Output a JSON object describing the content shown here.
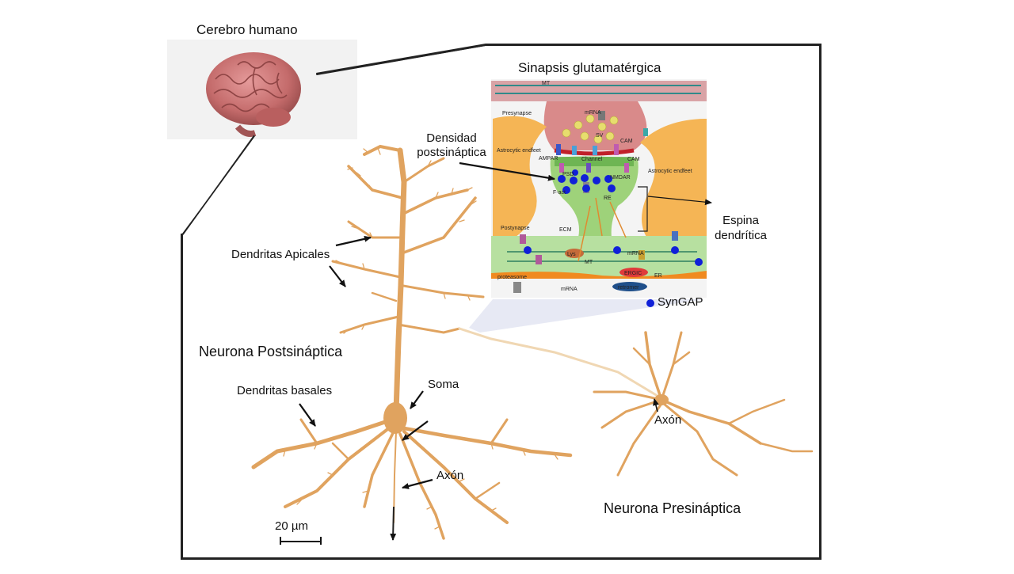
{
  "labels": {
    "brain": "Cerebro humano",
    "synapse_title": "Sinapsis glutamatérgica",
    "psd_line1": "Densidad",
    "psd_line2": "postsináptica",
    "spine_line1": "Espina",
    "spine_line2": "dendrítica",
    "apical": "Dendritas Apicales",
    "post_neuron": "Neurona Postsináptica",
    "basal": "Dendritas basales",
    "soma": "Soma",
    "axon_post": "Axón",
    "axon_pre": "Axón",
    "pre_neuron": "Neurona Presináptica",
    "syngap": "SynGAP",
    "scale": "20 µm"
  },
  "inset_labels": {
    "mt_top": "MT",
    "presynapse": "Presynapse",
    "mrna_top": "mRNA",
    "sv": "SV",
    "cam_top": "CAM",
    "astro_left": "Astrocytic endfeet",
    "ampar": "AMPAR",
    "channel": "Channel",
    "cam_right": "CAM",
    "psd": "PSD",
    "nmdar": "NMDAR",
    "fact": "F-act",
    "re": "RE",
    "astro_right": "Astrocytic endfeet",
    "postynapse": "Postynapse",
    "ecm": "ECM",
    "lys": "Lys",
    "mrna_mid": "mRNA",
    "mt_mid": "MT",
    "ergic": "ERGIC",
    "er": "ER",
    "proteasome": "proteasome",
    "mrna_bottom": "mRNA",
    "retromer": "retromer"
  },
  "colors": {
    "neuron": "#e0a35f",
    "syngap": "#1020d8",
    "astrocyte": "#f5b555",
    "postsynapse": "#9ed27a",
    "presynapse": "#d98a8a",
    "brain": "#c46b6b"
  }
}
